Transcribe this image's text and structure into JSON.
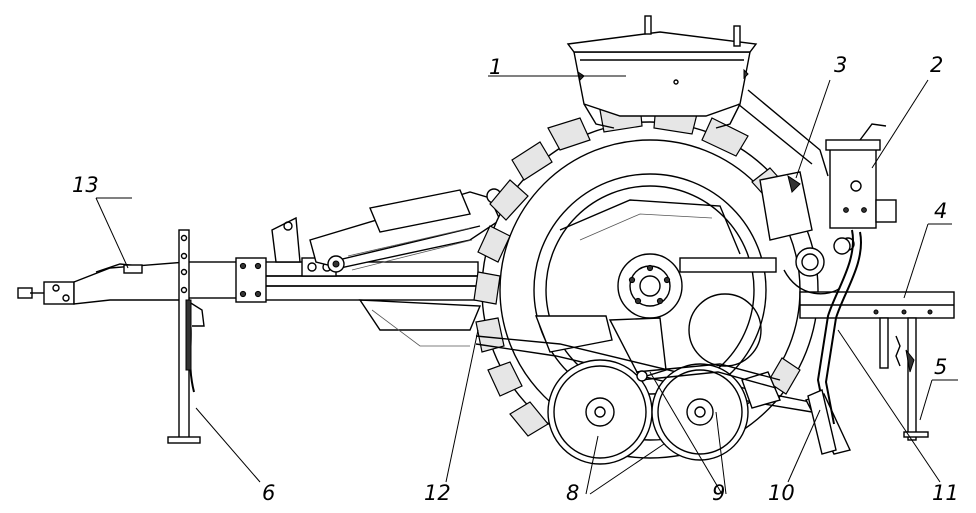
{
  "labels": [
    {
      "id": "1",
      "text": "1"
    },
    {
      "id": "2",
      "text": "2"
    },
    {
      "id": "3",
      "text": "3"
    },
    {
      "id": "4",
      "text": "4"
    },
    {
      "id": "5",
      "text": "5"
    },
    {
      "id": "6",
      "text": "6"
    },
    {
      "id": "8",
      "text": "8"
    },
    {
      "id": "9",
      "text": "9"
    },
    {
      "id": "10",
      "text": "10"
    },
    {
      "id": "11",
      "text": "11"
    },
    {
      "id": "12",
      "text": "12"
    },
    {
      "id": "13",
      "text": "13"
    }
  ]
}
